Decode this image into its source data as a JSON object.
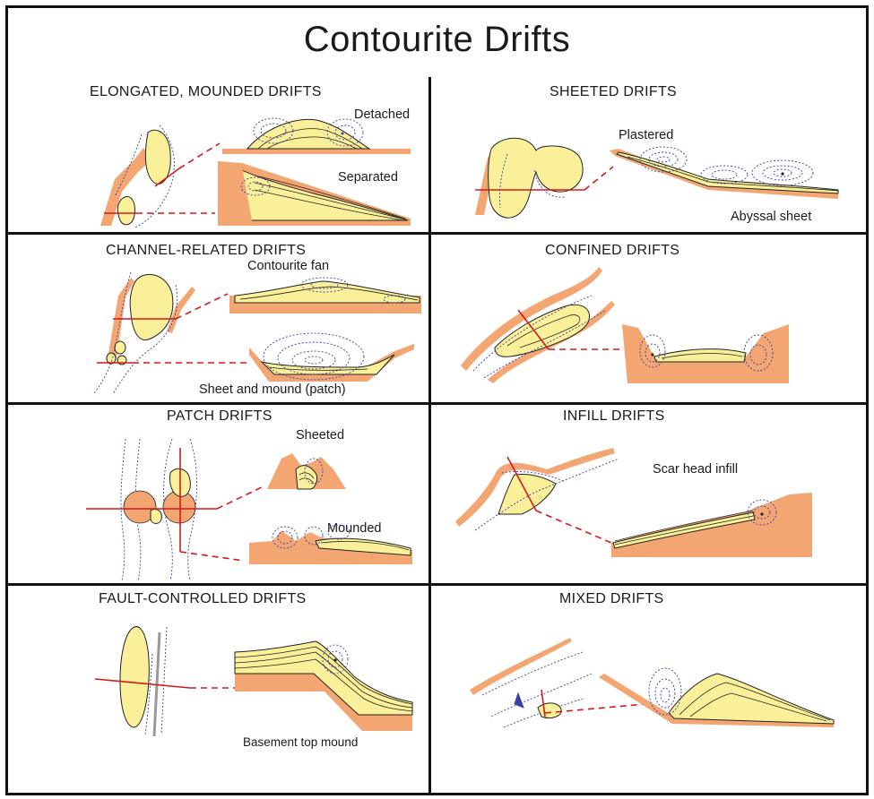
{
  "title": "Contourite Drifts",
  "colors": {
    "sediment": "#fbf09a",
    "slope": "#f4a672",
    "current": "#3a3ea8",
    "section": "#d21a1a"
  },
  "panels": {
    "elongated": {
      "title": "ELONGATED, MOUNDED DRIFTS",
      "labels": {
        "detached": "Detached",
        "separated": "Separated"
      }
    },
    "sheeted": {
      "title": "SHEETED DRIFTS",
      "labels": {
        "plastered": "Plastered",
        "abyssal": "Abyssal sheet"
      }
    },
    "channel": {
      "title": "CHANNEL-RELATED DRIFTS",
      "labels": {
        "fan": "Contourite fan",
        "patch": "Sheet and mound (patch)"
      }
    },
    "confined": {
      "title": "CONFINED DRIFTS"
    },
    "patch": {
      "title": "PATCH DRIFTS",
      "labels": {
        "sheeted": "Sheeted",
        "mounded": "Mounded"
      }
    },
    "infill": {
      "title": "INFILL DRIFTS",
      "labels": {
        "scar": "Scar head infill"
      }
    },
    "fault": {
      "title": "FAULT-CONTROLLED  DRIFTS",
      "labels": {
        "basement": "Basement top mound"
      }
    },
    "mixed": {
      "title": "MIXED DRIFTS"
    }
  }
}
